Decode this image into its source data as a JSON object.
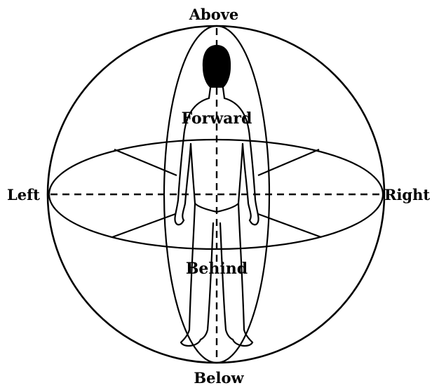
{
  "labels": {
    "above": "Above",
    "below": "Below",
    "left": "Left",
    "right": "Right",
    "forward": "Forward",
    "behind": "Behind"
  },
  "icons": {
    "figure": "human-figure-icon"
  }
}
